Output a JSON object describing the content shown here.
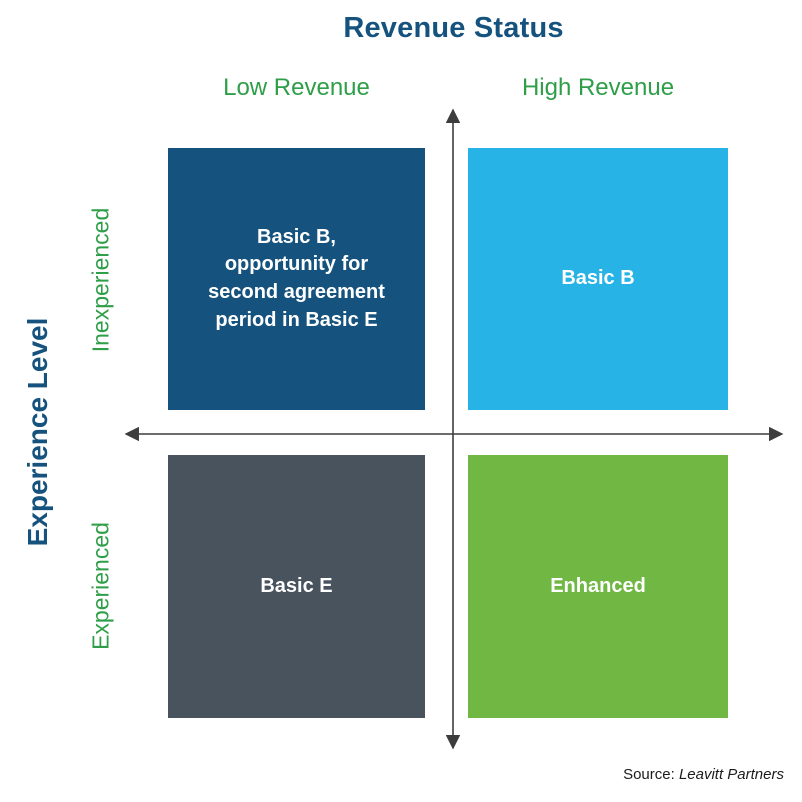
{
  "title": "Revenue Status",
  "x_axis": {
    "left_label": "Low Revenue",
    "right_label": "High Revenue"
  },
  "y_axis": {
    "label": "Experience Level",
    "top_label": "Inexperienced",
    "bottom_label": "Experienced"
  },
  "quadrants": {
    "top_left": {
      "label": "Basic B,\nopportunity for\nsecond agreement\nperiod in Basic E",
      "color": "#15527E"
    },
    "top_right": {
      "label": "Basic B",
      "color": "#27B3E6"
    },
    "bottom_left": {
      "label": "Basic E",
      "color": "#49535D"
    },
    "bottom_right": {
      "label": "Enhanced",
      "color": "#70B843"
    }
  },
  "source": {
    "prefix": "Source: ",
    "name": "Leavitt Partners"
  },
  "colors": {
    "title_text": "#15527E",
    "axis_label_text": "#2E9E48",
    "arrow": "#3D3D3D"
  }
}
